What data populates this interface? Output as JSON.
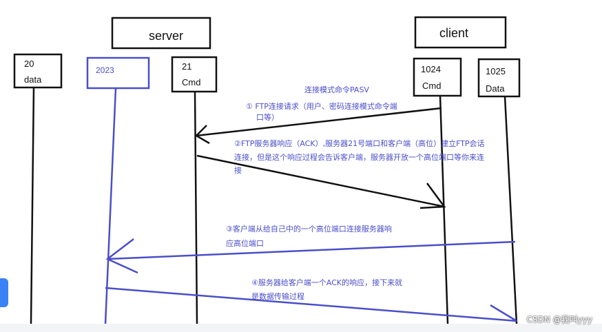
{
  "diagram": {
    "server_label": "server",
    "client_label": "client",
    "port20": {
      "num": "20",
      "name": "data"
    },
    "port2023": {
      "num": "2023"
    },
    "port21": {
      "num": "21",
      "name": "Cmd"
    },
    "port1024": {
      "num": "1024",
      "name": "Cmd"
    },
    "port1025": {
      "num": "1025",
      "name": "Data"
    },
    "note_title": "连接模式命令PASV",
    "step1": [
      "① FTP连接请求（用户、密码连接模式命令端",
      "口等）"
    ],
    "step2": [
      "②FTP服务器响应（ACK）,服务器21号端口和客户端（高位）建立FTP会话",
      "连接，但是这个响应过程会告诉客户端，服务器开放一个高位端口等你来连",
      "接"
    ],
    "step3": [
      "③客户端从给自己中的一个高位端口连接服务器响",
      "应高位端口"
    ],
    "step4": [
      "④服务器给客户端一个ACK的响应，接下来就",
      "是数据传输过程"
    ]
  },
  "watermark": "CSDN @我叫yyy",
  "colors": {
    "black": "#111111",
    "blue": "#4a4ec8"
  }
}
